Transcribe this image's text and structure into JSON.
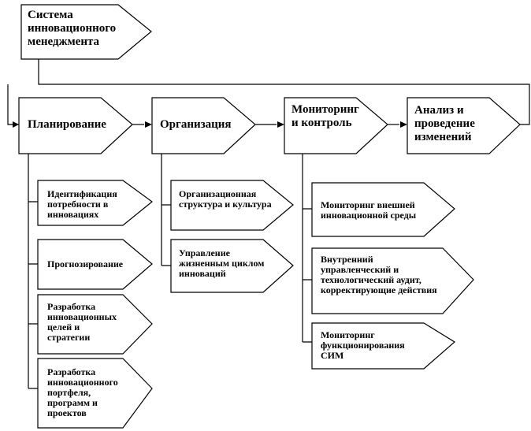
{
  "diagram": {
    "root": {
      "title": "Система инновационного менеджмента"
    },
    "main_blocks": [
      {
        "label": "Планирование"
      },
      {
        "label": "Организация"
      },
      {
        "label": "Мониторинг и контроль"
      },
      {
        "label": "Анализ и проведение изменений"
      }
    ],
    "planning_items": [
      {
        "label": "Идентификация потребности в инновациях"
      },
      {
        "label": "Прогнозирование"
      },
      {
        "label": "Разработка инновационных целей и стратегии"
      },
      {
        "label": "Разработка инновационного портфеля, программ и проектов"
      }
    ],
    "organization_items": [
      {
        "label": "Организационная структура и культура"
      },
      {
        "label": "Управление жизненным циклом инноваций"
      }
    ],
    "monitoring_items": [
      {
        "label": "Мониторинг внешней инновационной среды"
      },
      {
        "label": "Внутренний управленческий и технологический аудит, корректирующие действия"
      },
      {
        "label": "Мониторинг функционирования СИМ"
      }
    ]
  }
}
